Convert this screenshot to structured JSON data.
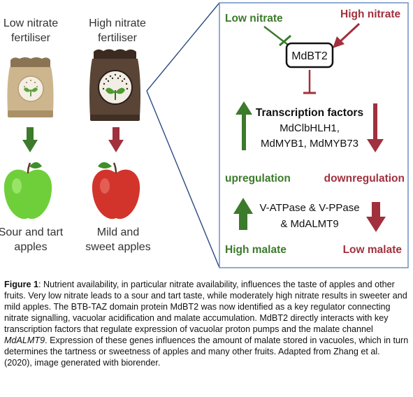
{
  "left_panel": {
    "low_fertiliser_label_1": "Low nitrate",
    "low_fertiliser_label_2": "fertiliser",
    "high_fertiliser_label_1": "High nitrate",
    "high_fertiliser_label_2": "fertiliser",
    "sour_apple_label_1": "Sour and tart",
    "sour_apple_label_2": "apples",
    "sweet_apple_label_1": "Mild and",
    "sweet_apple_label_2": "sweet apples"
  },
  "right_panel": {
    "low_nitrate": "Low nitrate",
    "high_nitrate": "High nitrate",
    "gene": "MdBT2",
    "tf_title": "Transcription factors",
    "tf_line_1": "MdClbHLH1,",
    "tf_line_2": "MdMYB1, MdMYB73",
    "upregulation": "upregulation",
    "downregulation": "downregulation",
    "pumps_line_1": "V-ATPase & V-PPase",
    "pumps_line_2": "& MdALMT9",
    "high_malate": "High malate",
    "low_malate": "Low malate"
  },
  "caption": {
    "label": "Figure 1",
    "text_1": ": Nutrient availability, in particular nitrate availability, influences the taste of apples and other fruits. Very low nitrate leads to a sour and tart taste, while moderately high nitrate results in sweeter and mild apples. The BTB-TAZ domain protein MdBT2 was now identified as a key regulator connecting nitrate signalling, vacuolar acidification and malate accumulation. MdBT2 directly interacts with key transcription factors that regulate expression of vacuolar proton pumps and the malate channel ",
    "gene_italic": "MdALMT9",
    "text_2": ". Expression of these genes influences the amount of malate stored in vacuoles, which in turn determines the tartness or sweetness of apples and many other fruits. Adapted from Zhang et al. (2020), image generated with biorender."
  },
  "colors": {
    "green": "#3c7a2c",
    "red": "#a0313d",
    "panel_border": "#6f8fc4",
    "light_green_apple": "#6fcf3a",
    "red_apple": "#d2342b"
  }
}
